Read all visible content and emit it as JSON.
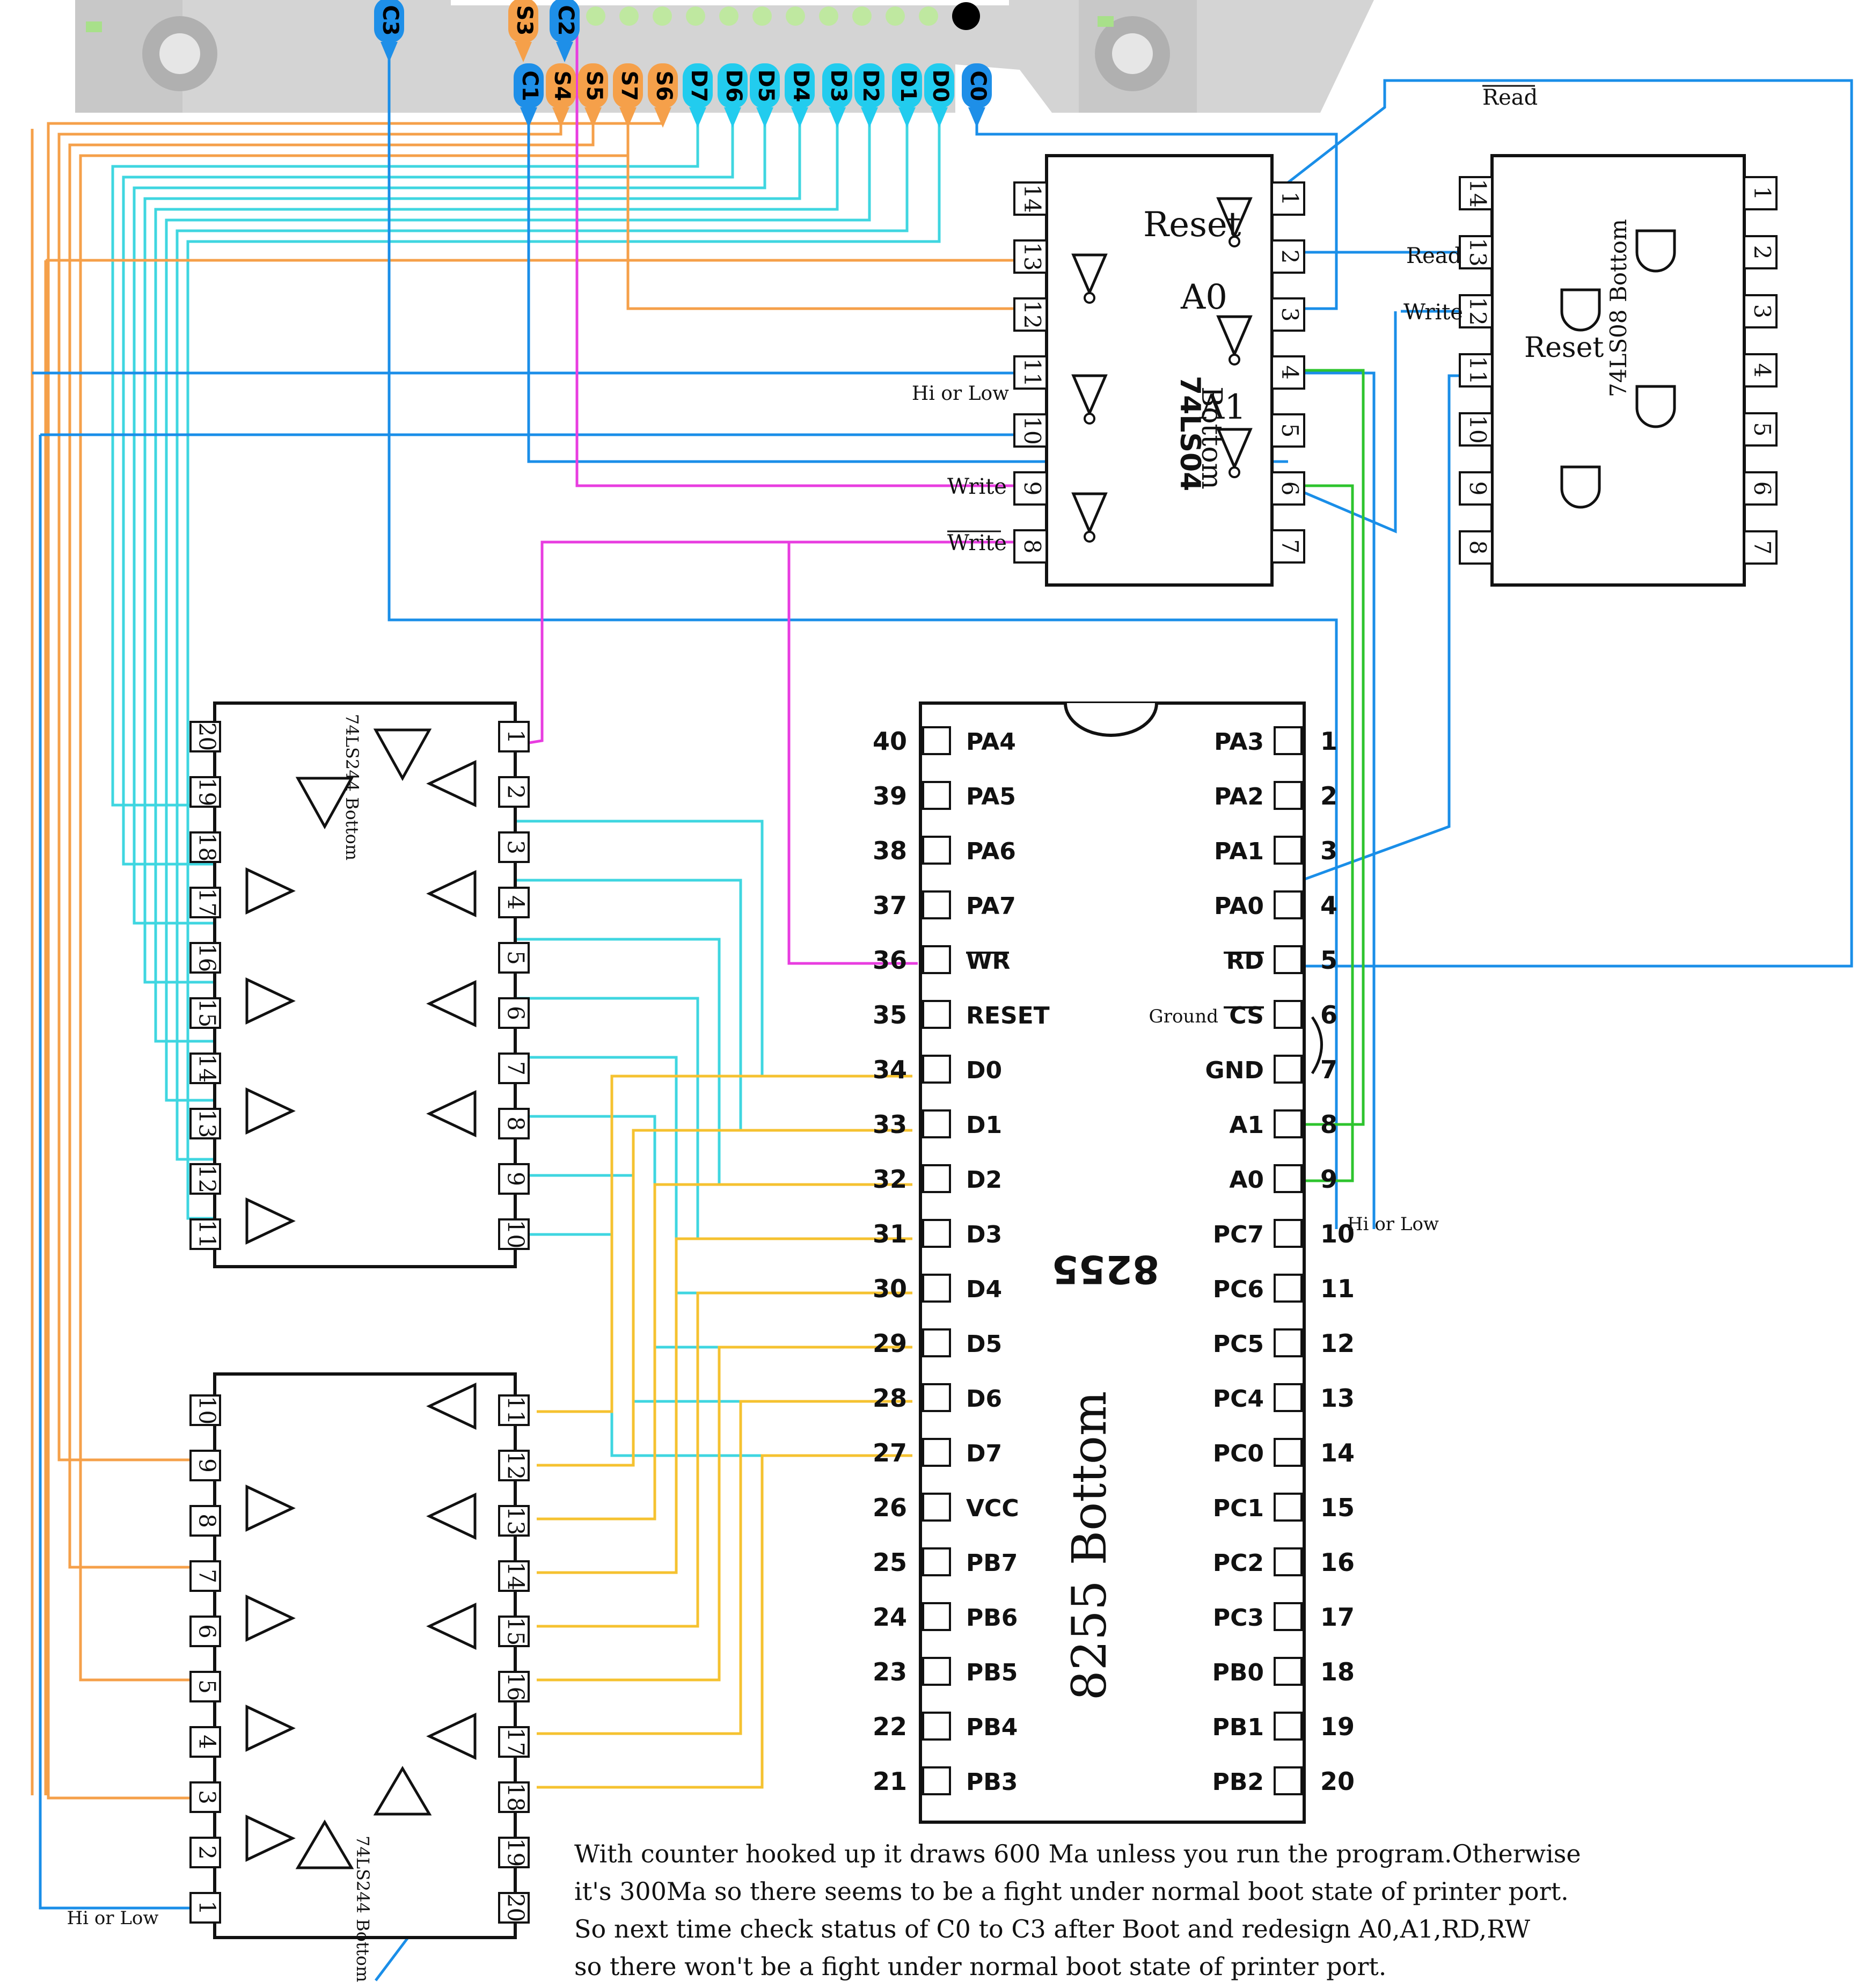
{
  "connector": {
    "top_labels": [
      "C3",
      "S3",
      "C2"
    ],
    "bottom_labels": [
      "C1",
      "S4",
      "S5",
      "S7",
      "S6",
      "D7",
      "D6",
      "D5",
      "D4",
      "D3",
      "D2",
      "D1",
      "D0",
      "C0"
    ]
  },
  "chip_74ls04": {
    "label": "74LS04",
    "orientation": "Bottom",
    "right_pins": [
      "1",
      "2",
      "3",
      "4",
      "5",
      "6",
      "7"
    ],
    "left_pins": [
      "14",
      "13",
      "12",
      "11",
      "10",
      "9",
      "8"
    ],
    "signal_labels": {
      "reset": "Reset",
      "a0": "A0",
      "a1": "A1",
      "hi_low": "Hi or Low Nibble",
      "write": "Write",
      "write_bar": "Write"
    }
  },
  "chip_74ls08": {
    "label": "74LS08 Bottom",
    "right_pins": [
      "1",
      "2",
      "3",
      "4",
      "5",
      "6",
      "7"
    ],
    "left_pins": [
      "14",
      "13",
      "12",
      "11",
      "10",
      "9",
      "8"
    ],
    "signal_labels": {
      "read_bar": "Read",
      "read": "Read",
      "write": "Write",
      "reset": "Reset"
    }
  },
  "chip_8255": {
    "name": "8255",
    "orientation_label": "8255 Bottom",
    "left_pins": [
      {
        "num": "40",
        "name": "PA4"
      },
      {
        "num": "39",
        "name": "PA5"
      },
      {
        "num": "38",
        "name": "PA6"
      },
      {
        "num": "37",
        "name": "PA7"
      },
      {
        "num": "36",
        "name": "WR"
      },
      {
        "num": "35",
        "name": "RESET"
      },
      {
        "num": "34",
        "name": "D0"
      },
      {
        "num": "33",
        "name": "D1"
      },
      {
        "num": "32",
        "name": "D2"
      },
      {
        "num": "31",
        "name": "D3"
      },
      {
        "num": "30",
        "name": "D4"
      },
      {
        "num": "29",
        "name": "D5"
      },
      {
        "num": "28",
        "name": "D6"
      },
      {
        "num": "27",
        "name": "D7"
      },
      {
        "num": "26",
        "name": "VCC"
      },
      {
        "num": "25",
        "name": "PB7"
      },
      {
        "num": "24",
        "name": "PB6"
      },
      {
        "num": "23",
        "name": "PB5"
      },
      {
        "num": "22",
        "name": "PB4"
      },
      {
        "num": "21",
        "name": "PB3"
      }
    ],
    "right_pins": [
      {
        "num": "1",
        "name": "PA3"
      },
      {
        "num": "2",
        "name": "PA2"
      },
      {
        "num": "3",
        "name": "PA1"
      },
      {
        "num": "4",
        "name": "PA0"
      },
      {
        "num": "5",
        "name": "RD"
      },
      {
        "num": "6",
        "name": "CS"
      },
      {
        "num": "7",
        "name": "GND"
      },
      {
        "num": "8",
        "name": "A1"
      },
      {
        "num": "9",
        "name": "A0"
      },
      {
        "num": "10",
        "name": "PC7"
      },
      {
        "num": "11",
        "name": "PC6"
      },
      {
        "num": "12",
        "name": "PC5"
      },
      {
        "num": "13",
        "name": "PC4"
      },
      {
        "num": "14",
        "name": "PC0"
      },
      {
        "num": "15",
        "name": "PC1"
      },
      {
        "num": "16",
        "name": "PC2"
      },
      {
        "num": "17",
        "name": "PC3"
      },
      {
        "num": "18",
        "name": "PB0"
      },
      {
        "num": "19",
        "name": "PB1"
      },
      {
        "num": "20",
        "name": "PB2"
      }
    ],
    "ground_label": "Ground",
    "hi_low_label": "Hi or Low Nibble"
  },
  "chip_74ls244_top": {
    "label": "74LS244 Bottom",
    "left_pins": [
      "20",
      "19",
      "18",
      "17",
      "16",
      "15",
      "14",
      "13",
      "12",
      "11"
    ],
    "right_pins": [
      "1",
      "2",
      "3",
      "4",
      "5",
      "6",
      "7",
      "8",
      "9",
      "10"
    ]
  },
  "chip_74ls244_bottom": {
    "label": "74LS244 Bottom",
    "left_pins": [
      "10",
      "9",
      "8",
      "7",
      "6",
      "5",
      "4",
      "3",
      "2",
      "1"
    ],
    "right_pins": [
      "11",
      "12",
      "13",
      "14",
      "15",
      "16",
      "17",
      "18",
      "19",
      "20"
    ],
    "hi_low_label": "Hi or Low Nibble"
  },
  "notes": [
    "With counter hooked up it draws 600 Ma unless you run the program.Otherwise",
    "it's 300Ma so there seems to be a fight under normal boot state of printer port.",
    "So next time check status of C0 to C3 after Boot  and redesign A0,A1,RD,RW",
    "so there won't  be a fight under normal boot state of printer port."
  ],
  "colors": {
    "blue": "#1a8ee8",
    "cyan": "#3fd6e0",
    "orange": "#f5a04a",
    "magenta": "#e83de0",
    "green": "#2ec42e",
    "yellow": "#f5c230",
    "ink": "#111111",
    "label_blue": "#1e8fe8",
    "label_orange": "#f5a04a",
    "label_cyan": "#22ccee"
  }
}
